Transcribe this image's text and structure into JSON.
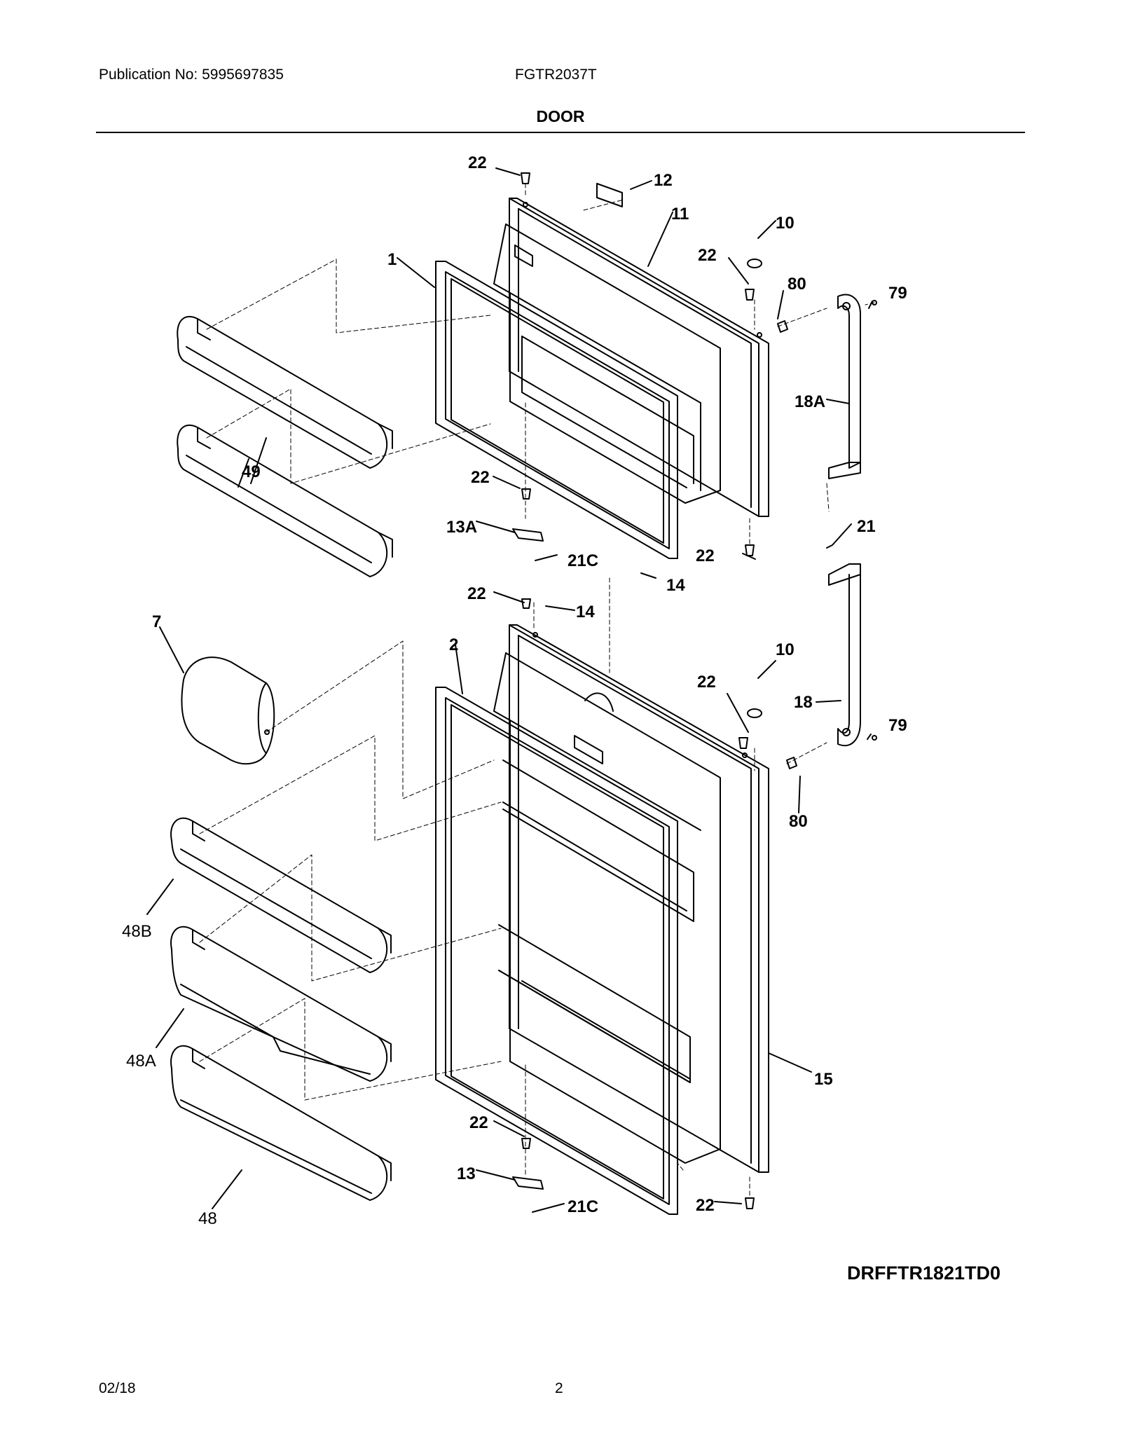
{
  "header": {
    "publication": "Publication No: 5995697835",
    "model": "FGTR2037T",
    "title": "DOOR"
  },
  "footer": {
    "diagram_code": "DRFFTR1821TD0",
    "date": "02/18",
    "page_number": "2"
  },
  "callouts": {
    "c22a": "22",
    "c12": "12",
    "c11": "11",
    "c10a": "10",
    "c22b": "22",
    "c1": "1",
    "c80a": "80",
    "c79a": "79",
    "c18A": "18A",
    "c49": "49",
    "c22c": "22",
    "c13A": "13A",
    "c21C_a": "21C",
    "c21": "21",
    "c22d": "22",
    "c14a": "14",
    "c22e": "22",
    "c14b": "14",
    "c7": "7",
    "c2": "2",
    "c10b": "10",
    "c22f": "22",
    "c18": "18",
    "c79b": "79",
    "c80b": "80",
    "c48B": "48B",
    "c48A": "48A",
    "c15": "15",
    "c22g": "22",
    "c13": "13",
    "c21C_b": "21C",
    "c22h": "22",
    "c48": "48"
  }
}
